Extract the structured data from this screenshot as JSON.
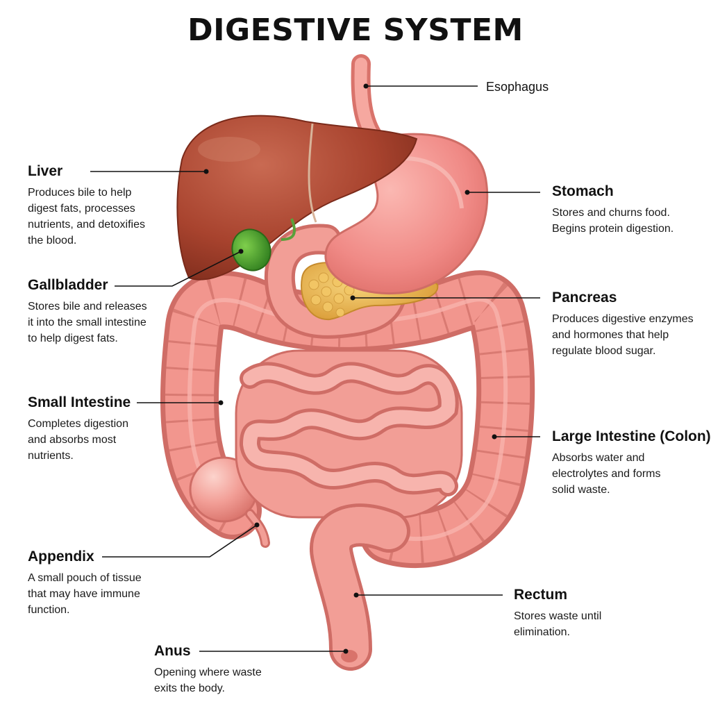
{
  "title": "DIGESTIVE SYSTEM",
  "colors": {
    "liver": "#a8432e",
    "gallbladder": "#3f9a2a",
    "stomach": "#f08a86",
    "pancreas": "#e8b24a",
    "intestine": "#f0908a",
    "leader_line": "#111111"
  },
  "labels": {
    "esophagus": {
      "name": "Esophagus"
    },
    "liver": {
      "name": "Liver",
      "desc": [
        "Produces bile to help",
        "digest fats, processes",
        "nutrients, and detoxifies",
        "the blood."
      ]
    },
    "stomach": {
      "name": "Stomach",
      "desc": [
        "Stores and churns food.",
        "Begins protein digestion."
      ]
    },
    "gallbladder": {
      "name": "Gallbladder",
      "desc": [
        "Stores bile and releases",
        "it into the small intestine",
        "to help digest fats."
      ]
    },
    "pancreas": {
      "name": "Pancreas",
      "desc": [
        "Produces digestive enzymes",
        "and hormones that help",
        "regulate blood sugar."
      ]
    },
    "small_intestine": {
      "name": "Small Intestine",
      "desc": [
        "Completes digestion",
        "and absorbs most",
        "nutrients."
      ]
    },
    "large_intestine": {
      "name": "Large Intestine (Colon)",
      "desc": [
        "Absorbs water and",
        "electrolytes and forms",
        "solid waste."
      ]
    },
    "appendix": {
      "name": "Appendix",
      "desc": [
        "A small pouch of tissue",
        "that may have immune",
        "function."
      ]
    },
    "rectum": {
      "name": "Rectum",
      "desc": [
        "Stores waste until",
        "elimination."
      ]
    },
    "anus": {
      "name": "Anus",
      "desc": [
        "Opening where waste",
        "exits the body."
      ]
    }
  }
}
